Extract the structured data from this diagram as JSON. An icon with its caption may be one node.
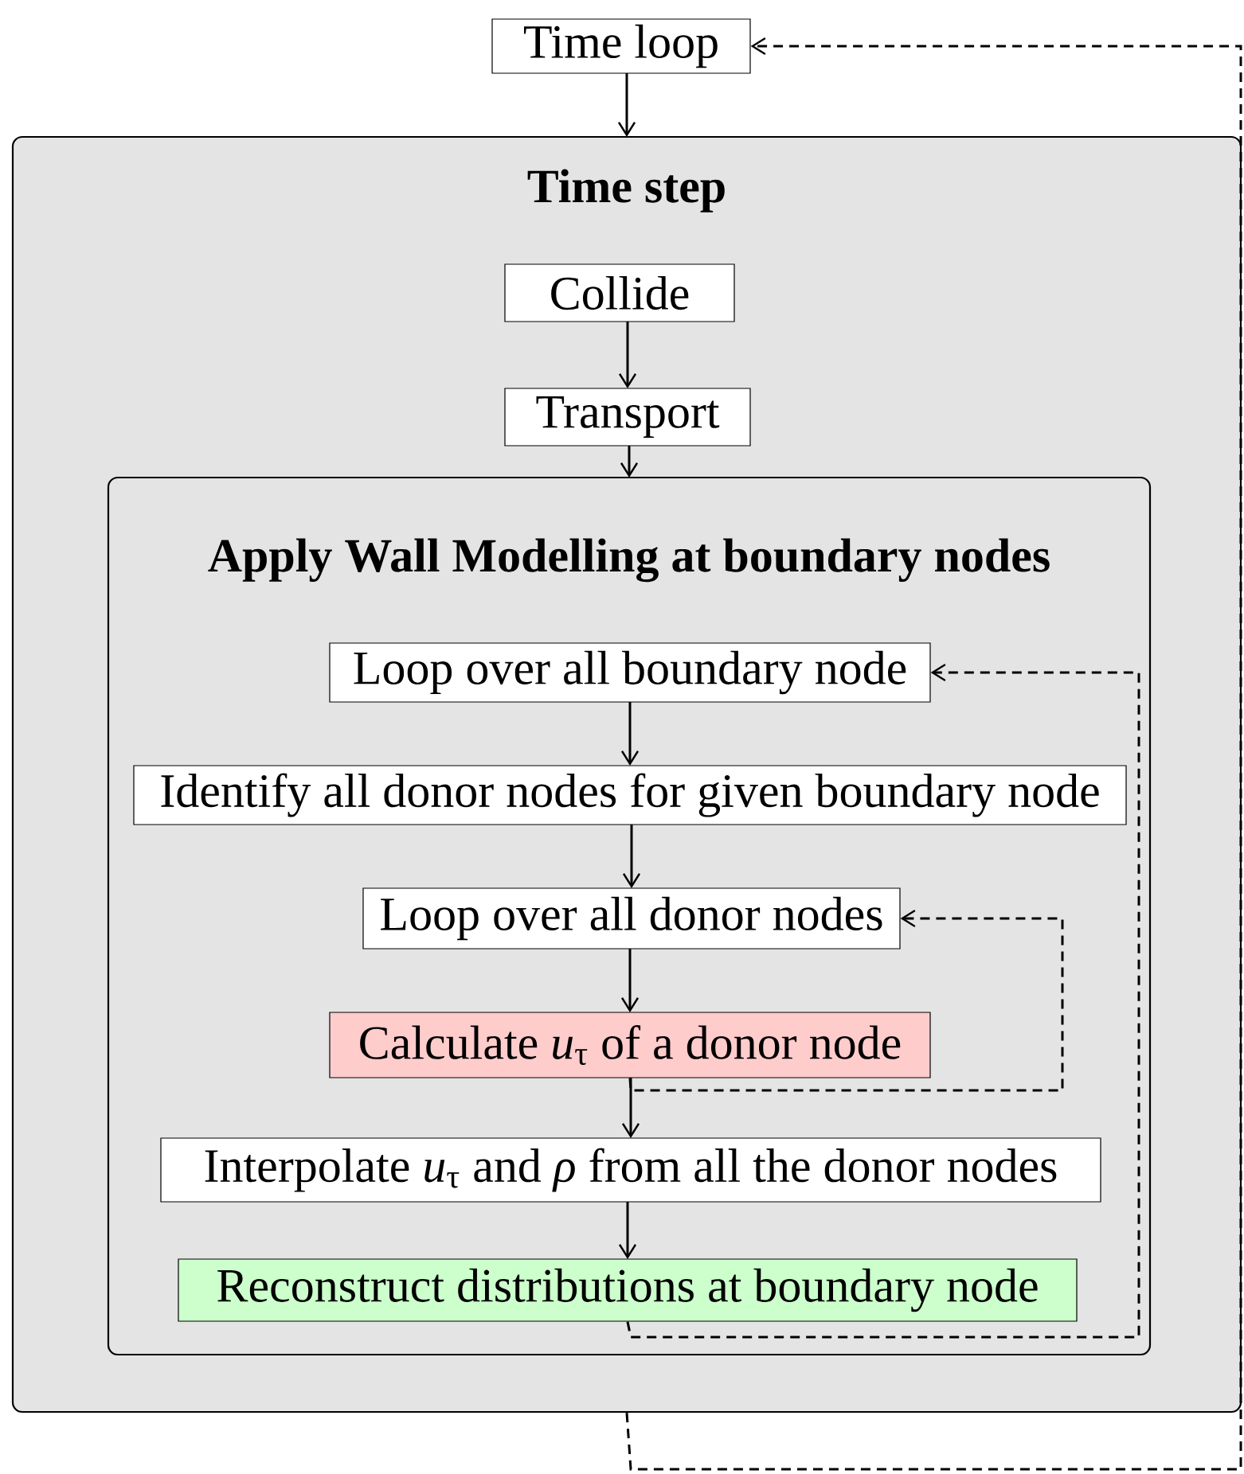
{
  "diagram": {
    "nodes": [
      {
        "text": [
          "Time loop"
        ]
      },
      {
        "text": [
          "Time step"
        ]
      },
      {
        "text": [
          "Collide"
        ],
        "in": 1
      },
      {
        "text": [
          "Transport"
        ],
        "in": 1
      },
      {
        "text": [
          "Apply Wall Modelling at boundary nodes"
        ],
        "in": 1
      },
      {
        "text": [
          "Loop over all boundary node"
        ],
        "in": 4
      },
      {
        "text": [
          "Identify all donor nodes for given boundary node"
        ],
        "in": 4
      },
      {
        "text": [
          "Loop over all donor nodes"
        ],
        "in": 4
      },
      {
        "text": [
          "Calculate *u*$_{τ}$ of a donor node"
        ],
        "in": 4
      },
      {
        "text": [
          "Interpolate *u*$_{τ}$ and *ρ* from all the donor nodes"
        ],
        "in": 4
      },
      {
        "text": [
          "Reconstruct distributions at boundary node"
        ],
        "in": 4
      }
    ],
    "edges": [
      {
        "from": 0,
        "to": 1,
        "arrow": "to"
      },
      {
        "from": 2,
        "to": 3,
        "arrow": "to"
      },
      {
        "from": 3,
        "to": 4,
        "arrow": "to"
      },
      {
        "from": 5,
        "to": 6,
        "arrow": "to"
      },
      {
        "from": 6,
        "to": 7,
        "arrow": "to"
      },
      {
        "from": 7,
        "to": 8,
        "arrow": "to"
      },
      {
        "from": 8,
        "to": 9,
        "arrow": "to"
      },
      {
        "from": 9,
        "to": 10,
        "arrow": "to"
      },
      {
        "from": 8,
        "to": 7,
        "arrow": "to",
        "style": "dashed"
      },
      {
        "from": 10,
        "to": 5,
        "arrow": "to",
        "style": "dashed"
      },
      {
        "from": 1,
        "to": 0,
        "arrow": "to",
        "style": "dashed"
      }
    ]
  }
}
